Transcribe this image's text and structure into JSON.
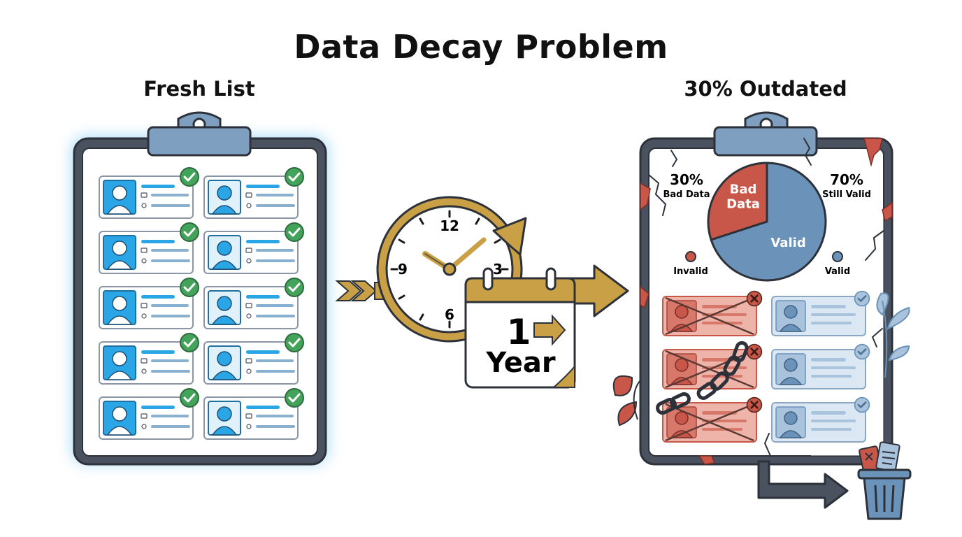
{
  "title": "Data Decay Problem",
  "fresh_list": {
    "title": "Fresh List"
  },
  "outdated_list": {
    "title": "30% Outdated"
  },
  "clock": {
    "n12": "12",
    "n3": "3",
    "n6": "6",
    "n9": "9"
  },
  "calendar": {
    "number": "1",
    "unit": "Year"
  },
  "chart_data": {
    "type": "pie",
    "values": [
      30,
      70
    ],
    "categories": [
      "Bad Data",
      "Valid"
    ],
    "slice_labels": [
      "Bad\nData",
      "Valid"
    ],
    "percent_labels": [
      "30%",
      "70%"
    ],
    "percent_captions": [
      "Bad Data",
      "Still Valid"
    ],
    "legend": [
      "Invalid",
      "Valid"
    ],
    "colors": [
      "#c8574a",
      "#6b92b8"
    ]
  },
  "colors": {
    "fresh_accent": "#2aa6e6",
    "check_green": "#43a35a",
    "bad_red": "#c8574a",
    "valid_blue": "#6b92b8",
    "clock_gold": "#c9a045",
    "board_dark": "#4a5260"
  },
  "icons": [
    "check-icon",
    "avatar-icon",
    "clock-icon",
    "calendar-icon",
    "arrow-icon",
    "trash-icon",
    "chain-icon",
    "leaf-icon",
    "crack-icon"
  ]
}
